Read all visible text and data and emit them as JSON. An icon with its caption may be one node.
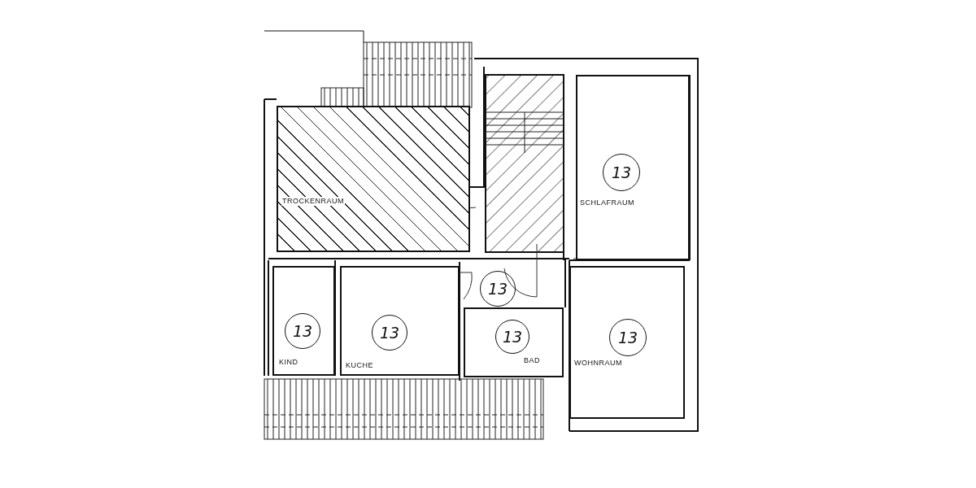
{
  "diagram": {
    "nodes": [
      {
        "text": [
          "TROCKENRAUM"
        ]
      },
      {
        "text": [
          "SCHLAFRAUM"
        ]
      },
      {
        "text": [
          "13"
        ],
        "in": 1
      },
      {
        "text": [
          "13"
        ]
      },
      {
        "text": [
          "KIND"
        ]
      },
      {
        "text": [
          "13"
        ],
        "in": 4
      },
      {
        "text": [
          "KUCHE"
        ]
      },
      {
        "text": [
          "13"
        ],
        "in": 6
      },
      {
        "text": [
          "BAD"
        ]
      },
      {
        "text": [
          "13"
        ],
        "in": 8
      },
      {
        "text": [
          "WOHNRAUM"
        ]
      },
      {
        "text": [
          "13"
        ],
        "in": 10
      }
    ]
  }
}
